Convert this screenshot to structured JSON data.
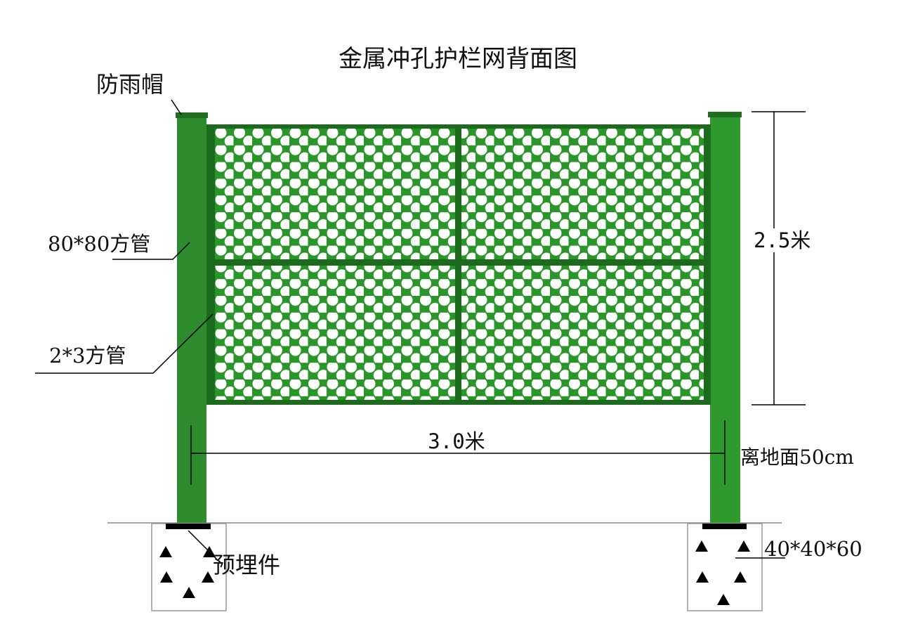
{
  "title": "金属冲孔护栏网背面图",
  "labels": {
    "rain_cap": "防雨帽",
    "post_tube": "80*80方管",
    "frame_tube": "2*3方管",
    "height": "2.5米",
    "width": "3.0米",
    "ground_clearance": "离地面50cm",
    "embedded_part": "预埋件",
    "foundation_size": "40*40*60"
  },
  "colors": {
    "post": "#2e8b2e",
    "post_dark": "#1f6e1f",
    "panel": "#2a962a",
    "frame": "#1c6b1c",
    "holes": "#ffffff",
    "lines": "#000000"
  },
  "icons": [
    "aggregate-triangle-icon"
  ]
}
